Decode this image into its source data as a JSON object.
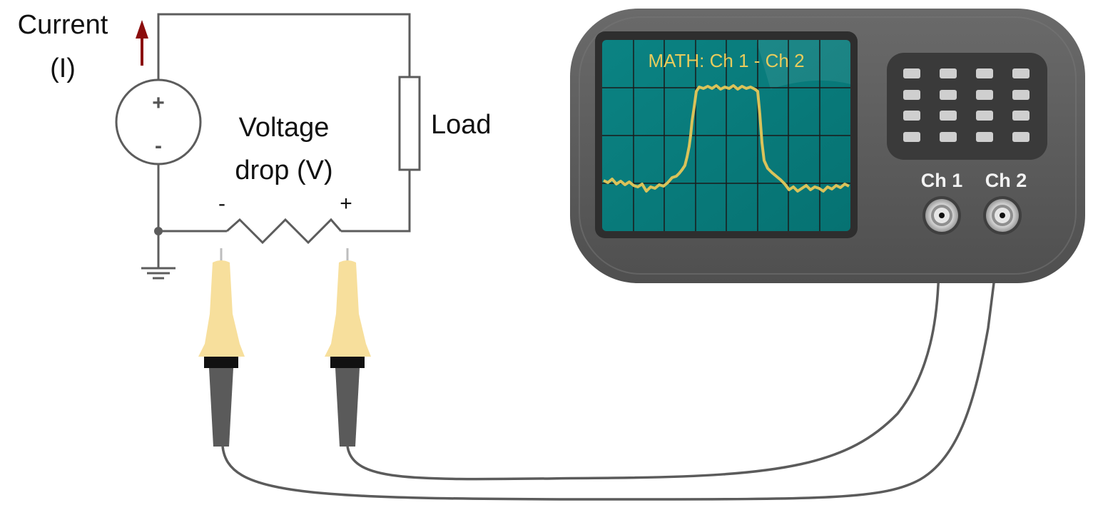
{
  "labels": {
    "current_line1": "Current",
    "current_line2": "(I)",
    "source_plus": "+",
    "source_minus": "-",
    "voltage_line1": "Voltage",
    "voltage_line2": "drop (V)",
    "resistor_minus": "-",
    "resistor_plus": "+",
    "load": "Load"
  },
  "oscilloscope": {
    "screen_title": "MATH: Ch 1 - Ch 2",
    "channels": [
      {
        "label": "Ch 1"
      },
      {
        "label": "Ch 2"
      }
    ],
    "button_grid": {
      "rows": 4,
      "cols": 4
    }
  },
  "icons": {
    "current_arrow": "up-arrow-icon",
    "ground": "ground-symbol-icon",
    "source": "voltage-source-icon",
    "resistor": "resistor-icon",
    "load": "load-box-icon",
    "probe": "probe-icon",
    "bnc": "bnc-connector-icon"
  },
  "colors": {
    "trace": "#d9c35a",
    "screen": "#0a7e7e",
    "scope_body": "#5d5d5d",
    "probe_tip": "#f7df9c",
    "current_arrow": "#8b0d0d",
    "title_text": "#e8cc5c"
  }
}
